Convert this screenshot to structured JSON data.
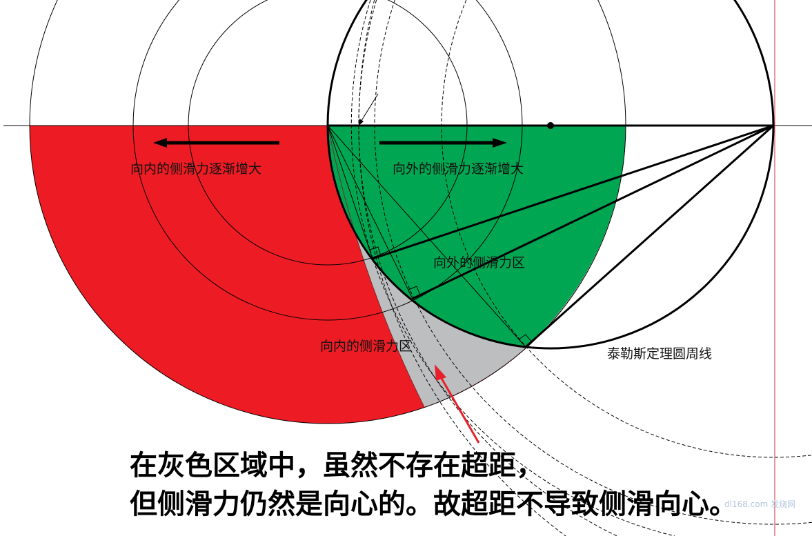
{
  "labels": {
    "inward_increase": "向内的侧滑力逐渐增大",
    "outward_increase": "向外的侧滑力逐渐增大",
    "outward_zone": "向外的侧滑力区",
    "inward_zone": "向内的侧滑力区",
    "thales_circle": "泰勒斯定理圆周线"
  },
  "caption": {
    "line1": "在灰色区域中，虽然不存在超距，",
    "line2": "但侧滑力仍然是向心的。故超距不导致侧滑向心。"
  },
  "watermark": "dl168.com 发烧网",
  "colors": {
    "red": "#ed1c24",
    "green": "#00a651",
    "gray": "#bcbec0",
    "arrow": "#e8202a"
  }
}
